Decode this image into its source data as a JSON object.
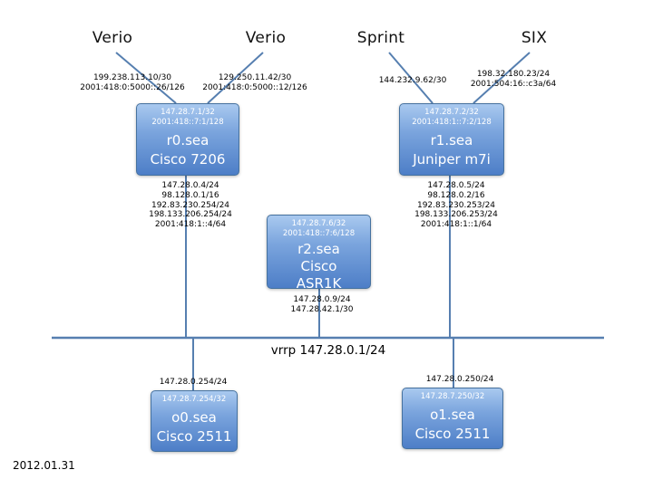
{
  "colors": {
    "line": "#567fb0",
    "box_top": "#a9c9ef",
    "box_bottom": "#4d7ec7",
    "box_border": "#46729f"
  },
  "date": "2012.01.31",
  "bus": {
    "label": "vrrp 147.28.0.1/24"
  },
  "providers": [
    {
      "name": "Verio",
      "addresses": [
        "199.238.113.10/30",
        "2001:418:0:5000::26/126"
      ]
    },
    {
      "name": "Verio",
      "addresses": [
        "129.250.11.42/30",
        "2001:418:0:5000::12/126"
      ]
    },
    {
      "name": "Sprint",
      "addresses": [
        "144.232.9.62/30"
      ]
    },
    {
      "name": "SIX",
      "addresses": [
        "198.32.180.23/24",
        "2001:504:16::c3a/64"
      ]
    }
  ],
  "routers": [
    {
      "name": "r0.sea",
      "model": "Cisco 7206",
      "loopbacks": [
        "147.28.7.1/32",
        "2001:418::7:1/128"
      ],
      "interfaces": [
        "147.28.0.4/24",
        "98.128.0.1/16",
        "192.83.230.254/24",
        "198.133.206.254/24",
        "2001:418:1::4/64"
      ]
    },
    {
      "name": "r1.sea",
      "model": "Juniper m7i",
      "loopbacks": [
        "147.28.7.2/32",
        "2001:418:1::7:2/128"
      ],
      "interfaces": [
        "147.28.0.5/24",
        "98.128.0.2/16",
        "192.83.230.253/24",
        "198.133.206.253/24",
        "2001:418:1::1/64"
      ]
    },
    {
      "name": "r2.sea",
      "model": [
        "Cisco",
        "ASR1K"
      ],
      "loopbacks": [
        "147.28.7.6/32",
        "2001:418::7:6/128"
      ],
      "interfaces": [
        "147.28.0.9/24",
        "147.28.42.1/30"
      ]
    },
    {
      "name": "o0.sea",
      "model": "Cisco 2511",
      "loopbacks": [
        "147.28.7.254/32"
      ],
      "interfaces": [
        "147.28.0.254/24"
      ]
    },
    {
      "name": "o1.sea",
      "model": "Cisco 2511",
      "loopbacks": [
        "147.28.7.250/32"
      ],
      "interfaces": [
        "147.28.0.250/24"
      ]
    }
  ]
}
